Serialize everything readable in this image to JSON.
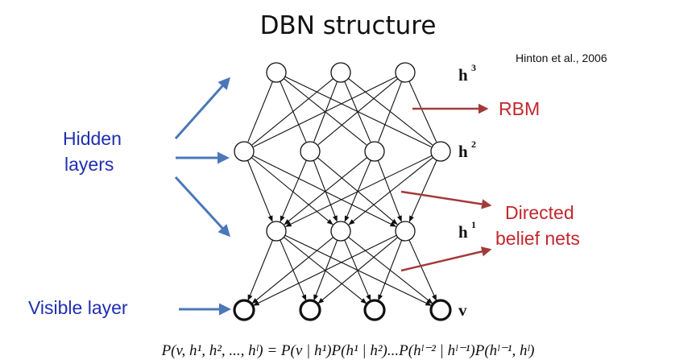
{
  "title": "DBN structure",
  "citation": "Hinton et al., 2006",
  "labels": {
    "hidden_line1": "Hidden",
    "hidden_line2": "layers",
    "visible": "Visible layer",
    "rbm": "RBM",
    "directed_line1": "Directed",
    "directed_line2": "belief nets"
  },
  "layers": [
    {
      "name": "h",
      "sup": "3",
      "units": 3
    },
    {
      "name": "h",
      "sup": "2",
      "units": 4
    },
    {
      "name": "h",
      "sup": "1",
      "units": 3
    },
    {
      "name": "v",
      "sup": "",
      "units": 4
    }
  ],
  "formula": "P(v, h¹, h², ..., hˡ) = P(v | h¹)P(h¹ | h²)...P(hˡ⁻² | hˡ⁻¹)P(hˡ⁻¹, hˡ)",
  "colors": {
    "blue_arrow": "#4a78b8",
    "red_arrow": "#a33a3a",
    "blue_text": "#1f2fb0",
    "red_text": "#c0282d"
  }
}
